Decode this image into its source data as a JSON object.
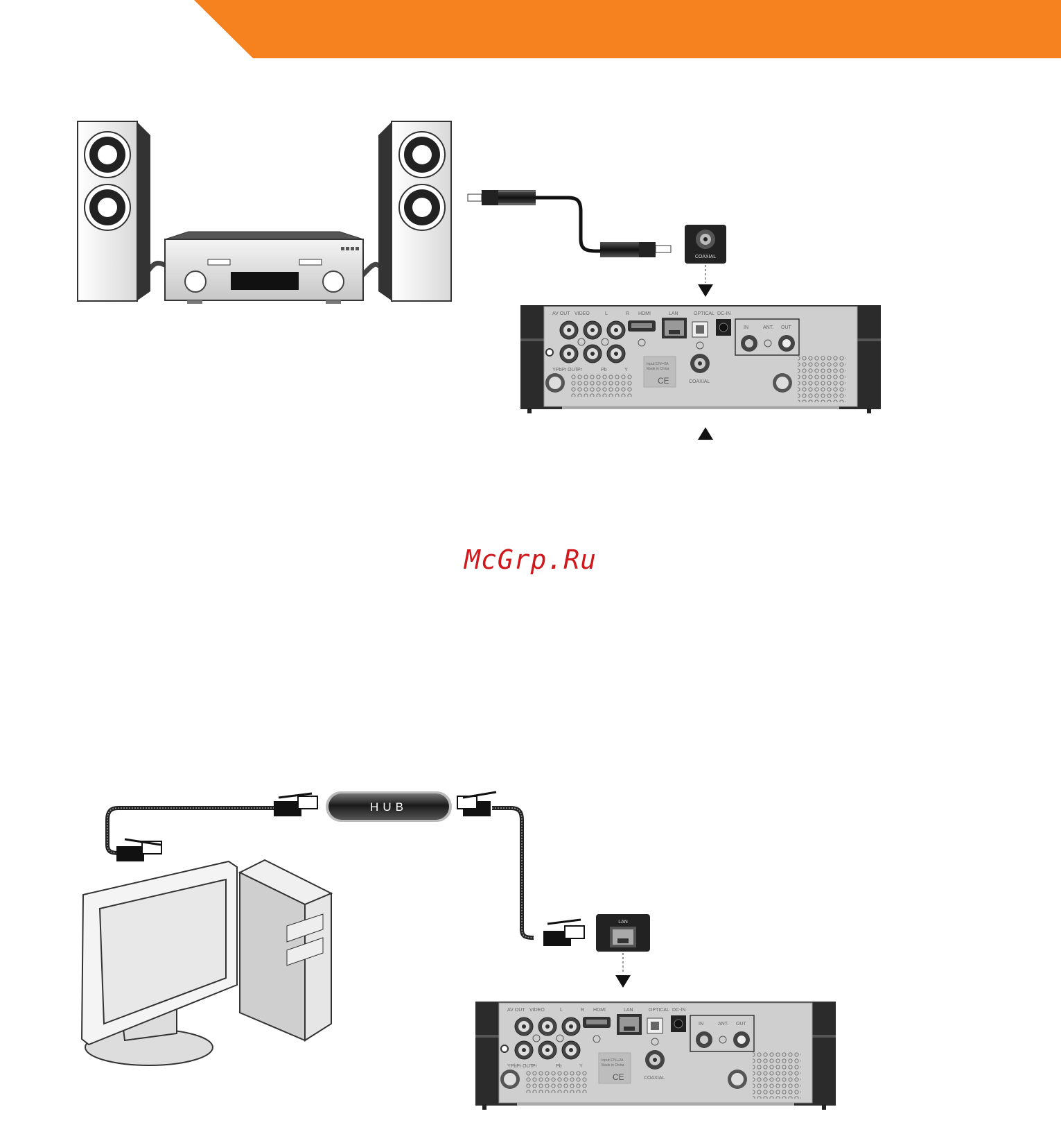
{
  "banner": {
    "color": "#f5821f"
  },
  "watermark": {
    "text": "McGrp.Ru",
    "color": "#d0171b"
  },
  "coaxial_port": {
    "label": "COAXIAL"
  },
  "lan_port": {
    "label": "LAN"
  },
  "hub": {
    "label": "HUB"
  },
  "device_panel": {
    "labels": {
      "av_out": "AV OUT",
      "video": "VIDEO",
      "l": "L",
      "r": "R",
      "hdmi": "HDMI",
      "lan": "LAN",
      "optical": "OPTICAL",
      "dc_in": "DC-IN",
      "ant_in": "IN",
      "ant": "ANT.",
      "ant_out": "OUT",
      "ypbpr": "YPbPr OUT",
      "pr": "Pr",
      "pb": "Pb",
      "y": "Y",
      "coaxial": "COAXIAL",
      "rating_1": "Input:12V⎓2A",
      "rating_2": "Made in China",
      "ce": "CE"
    }
  }
}
